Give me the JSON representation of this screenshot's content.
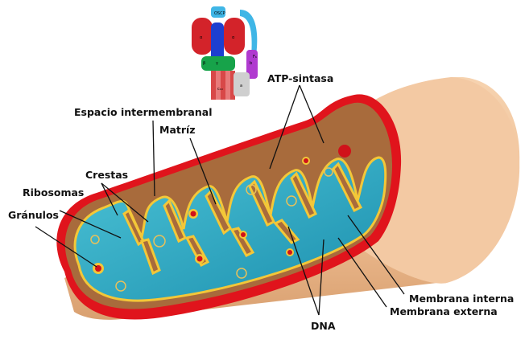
{
  "labels": {
    "atp_sintasa": "ATP-sintasa",
    "espacio_intermembranal": "Espacio intermembranal",
    "matriz": "Matríz",
    "crestas": "Crestas",
    "ribosomas": "Ribosomas",
    "granulos": "Gránulos",
    "membrana_interna": "Membrana interna",
    "membrana_externa": "Membrana externa",
    "dna": "DNA"
  },
  "atp_synthase_inset": {
    "oscp": "OSCP",
    "alpha_left": "α",
    "alpha_right": "α",
    "beta": "β",
    "gamma": "γ",
    "b": "b",
    "c": "c₁₀",
    "a": "a",
    "f6": "F₆"
  },
  "colors": {
    "outer_membrane": "#e0141c",
    "body_tan": "#f0c39a",
    "inner_membrane": "#f3c738",
    "matrix": "#23a4bd",
    "intermembrane_space": "#a86b3c"
  }
}
